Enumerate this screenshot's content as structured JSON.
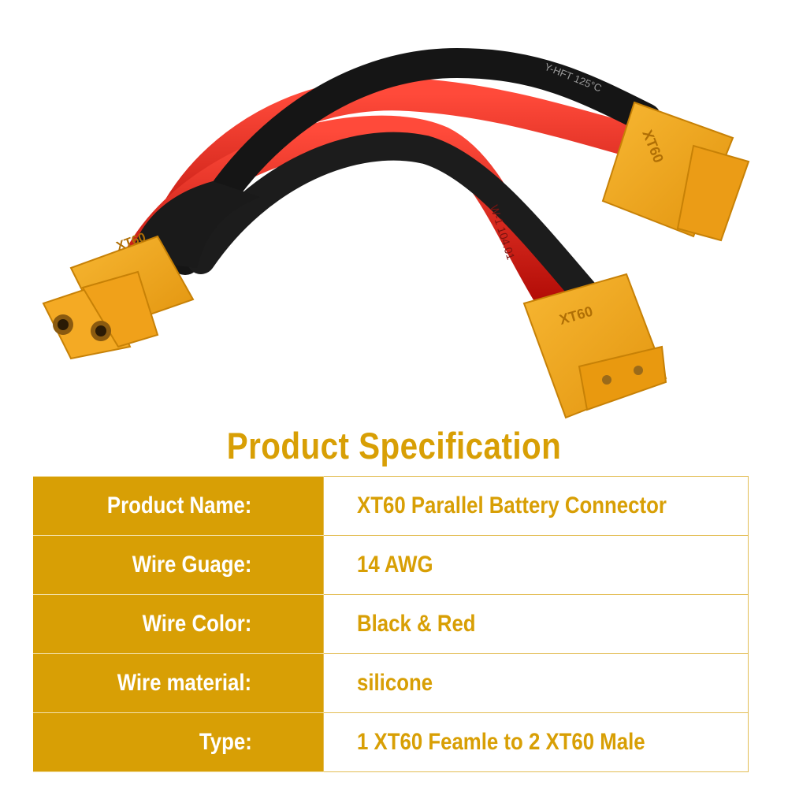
{
  "colors": {
    "accent": "#d89f05",
    "border": "#e3bd54",
    "wire_red": "#d8130c",
    "wire_black": "#151515",
    "connector_yellow": "#f2a51c"
  },
  "photo": {
    "connector_marks": [
      "XT60",
      "XT60",
      "XT60"
    ],
    "wire_prints": [
      "W-1 104.01",
      "Y-HFT 125°C"
    ]
  },
  "spec": {
    "title": "Product Specification",
    "rows": [
      {
        "label": "Product Name:",
        "value": "XT60 Parallel Battery Connector"
      },
      {
        "label": "Wire Guage:",
        "value": "14 AWG"
      },
      {
        "label": "Wire Color:",
        "value": "Black & Red"
      },
      {
        "label": "Wire material:",
        "value": "silicone"
      },
      {
        "label": "Type:",
        "value": "1 XT60 Feamle to 2 XT60 Male"
      }
    ]
  }
}
